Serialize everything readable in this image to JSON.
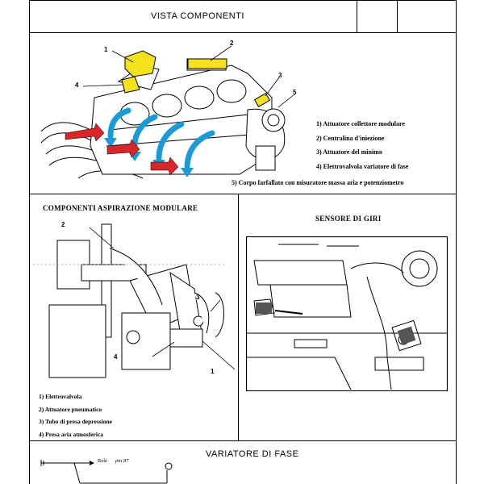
{
  "header": {
    "title": "VISTA COMPONENTI"
  },
  "top_section": {
    "callouts": [
      "1",
      "2",
      "3",
      "4",
      "5"
    ],
    "legend": [
      "1)  Attuatore collettore modulare",
      "2)  Centralina d'iniezione",
      "3)  Attuatore del minimo",
      "4)  Elettrovalvola variatore di fase",
      "5)  Corpo farfallato con misuratore massa aria e potenziometro"
    ]
  },
  "left_section": {
    "title": "COMPONENTI ASPIRAZIONE MODULARE",
    "callouts": [
      "2",
      "3",
      "4",
      "1"
    ],
    "legend": [
      "1) Elettrovalvola",
      "2) Attuatore pneumatico",
      "3) Tubo di presa depressione",
      "4) Presa aria atmosferica"
    ]
  },
  "right_section": {
    "title": "SENSORE DI GIRI"
  },
  "bottom_section": {
    "title": "VARIATORE DI FASE",
    "relay_label": "Relè",
    "pin_label": "pin 87"
  },
  "colors": {
    "highlight_yellow": "#f5e21b",
    "arrow_blue": "#1a9ad6",
    "arrow_red": "#d8262b"
  }
}
